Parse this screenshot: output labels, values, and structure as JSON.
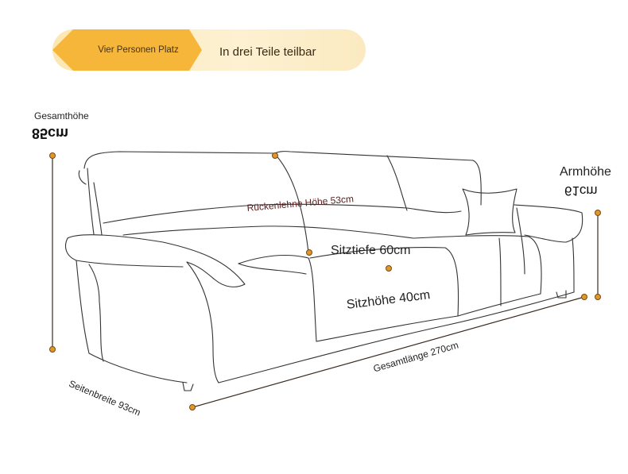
{
  "tags": {
    "primary": "Vier Personen Platz",
    "secondary": "In drei Teile teilbar"
  },
  "labels": {
    "total_height_title": "Gesamthöhe",
    "total_height_value": "85cm",
    "arm_height_title": "Armhöhe",
    "arm_height_value": "61cm",
    "back_height": "Rückenlehne Höhe 53cm",
    "seat_depth": "Sitztiefe 60cm",
    "seat_height": "Sitzhöhe 40cm",
    "total_length": "Gesamtlänge 270cm",
    "side_width": "Seitenbreite 93cm"
  },
  "colors": {
    "accent_orange": "#f6b63a",
    "marker": "#e0962a",
    "marker_stroke": "#7a4a10",
    "outline": "#333333",
    "dimension_line": "#3a2a20"
  }
}
